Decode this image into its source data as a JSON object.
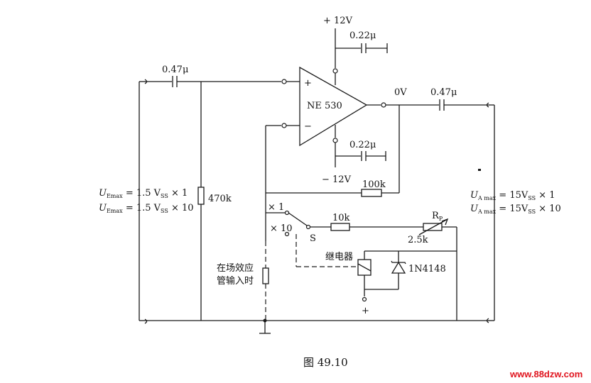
{
  "opamp": {
    "name": "NE 530",
    "plus": "+",
    "minus": "−"
  },
  "supply": {
    "pos": "+ 12V",
    "neg": "− 12V"
  },
  "caps": {
    "input": "0.47μ",
    "output": "0.47μ",
    "decouple_top": "0.22μ",
    "decouple_bottom": "0.22μ"
  },
  "out_voltage": "0V",
  "resistors": {
    "input": "470k",
    "feedback": "100k",
    "gain": "10k",
    "pot": "2.5k",
    "pot_name": "R",
    "pot_sub": "P"
  },
  "switch": {
    "name": "S",
    "pos1": "× 1",
    "pos10": "× 10"
  },
  "relay": {
    "label": "继电器",
    "diode": "1N4148",
    "plus": "+"
  },
  "fet_note": {
    "line1": "在场效应",
    "line2": "管输入时"
  },
  "input_formula": {
    "line1": {
      "U": "U",
      "sub": "Emax",
      "mid": " = 1.5 V",
      "sub2": "SS",
      "tail": " × 1"
    },
    "line2": {
      "U": "U",
      "sub": "Emax",
      "mid": " = 1.5 V",
      "sub2": "SS",
      "tail": " × 10"
    }
  },
  "output_formula": {
    "line1": {
      "U": "U",
      "sub": "A max",
      "mid": " = 15V",
      "sub2": "SS",
      "tail": " × 1"
    },
    "line2": {
      "U": "U",
      "sub": "A max",
      "mid": " = 15V",
      "sub2": "SS",
      "tail": " × 10"
    }
  },
  "caption": "图 49.10",
  "watermark": "www.88dzw.com"
}
